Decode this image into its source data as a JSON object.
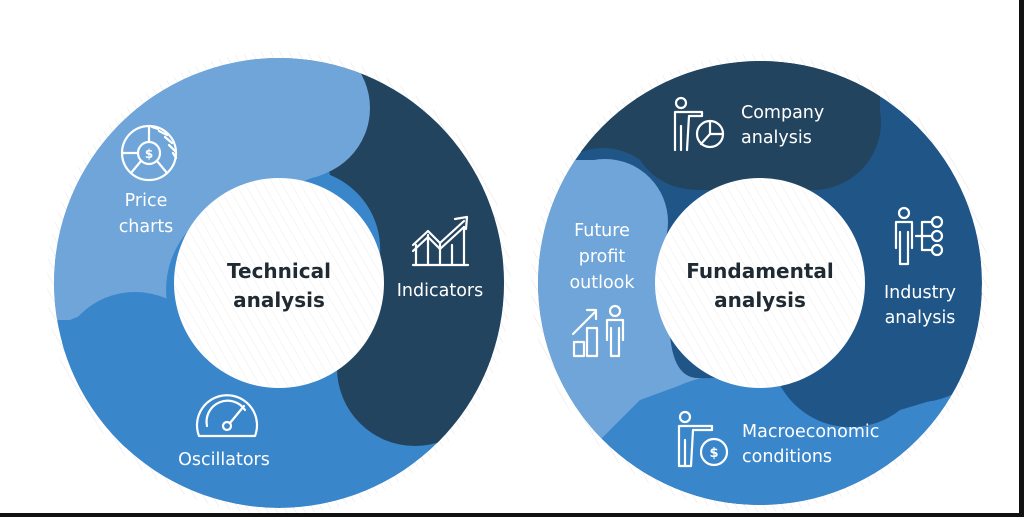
{
  "colors": {
    "light_blue": "#6fa5d8",
    "mid_blue": "#3a86cb",
    "dark_navy": "#23445f",
    "deep_blue": "#1f5587",
    "center_fill": "#ffffff",
    "label_text": "#ffffff",
    "center_text": "#1f2a33"
  },
  "technical": {
    "center": {
      "line1": "Technical",
      "line2": "analysis"
    },
    "segments": [
      {
        "id": "price-charts",
        "line1": "Price",
        "line2": "charts",
        "icon": "price-chart-dollar-icon",
        "color": "#6fa5d8"
      },
      {
        "id": "indicators",
        "line1": "Indicators",
        "icon": "rising-bar-chart-icon",
        "color": "#23445f"
      },
      {
        "id": "oscillators",
        "line1": "Oscillators",
        "icon": "speedometer-gauge-icon",
        "color": "#3a86cb"
      }
    ]
  },
  "fundamental": {
    "center": {
      "line1": "Fundamental",
      "line2": "analysis"
    },
    "segments": [
      {
        "id": "company-analysis",
        "line1": "Company",
        "line2": "analysis",
        "icon": "presenter-pie-chart-icon",
        "color": "#23445f"
      },
      {
        "id": "industry-analysis",
        "line1": "Industry",
        "line2": "analysis",
        "icon": "person-network-icon",
        "color": "#1f5587"
      },
      {
        "id": "macroeconomic-conditions",
        "line1": "Macroeconomic",
        "line2": "conditions",
        "icon": "presenter-dollar-coin-icon",
        "color": "#3a86cb"
      },
      {
        "id": "future-profit-outlook",
        "line1": "Future",
        "line2": "profit",
        "line3": "outlook",
        "icon": "growth-bars-person-icon",
        "color": "#6fa5d8"
      }
    ]
  }
}
